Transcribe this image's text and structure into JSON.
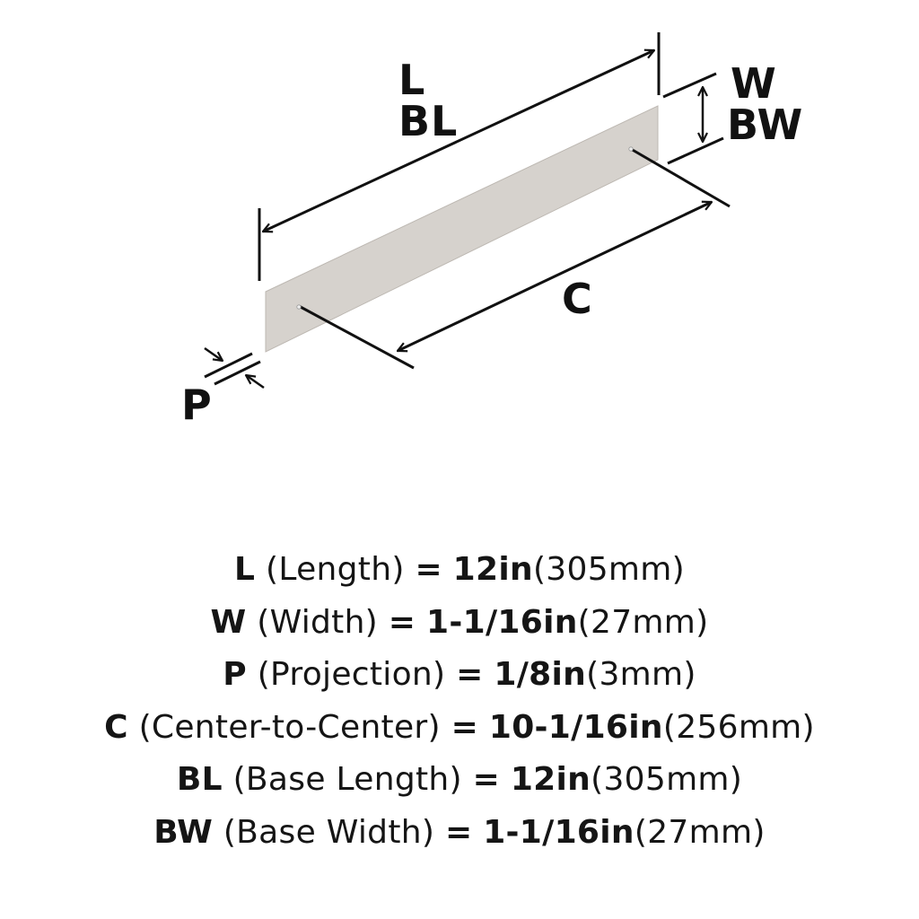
{
  "diagram": {
    "product": "cabinet pull bar",
    "colors": {
      "bar_fill": "#d6d2cd",
      "bar_edge": "#b9b4ae",
      "line": "#111111"
    },
    "labels": {
      "length": "L",
      "base_length": "BL",
      "width": "W",
      "base_width": "BW",
      "center_to_center": "C",
      "projection": "P"
    }
  },
  "specs": [
    {
      "code": "L",
      "name": "(Length)",
      "eq": "=",
      "inch": "12in",
      "mm": "(305mm)"
    },
    {
      "code": "W",
      "name": "(Width)",
      "eq": "=",
      "inch": "1-1/16in",
      "mm": "(27mm)"
    },
    {
      "code": "P",
      "name": "(Projection)",
      "eq": "=",
      "inch": "1/8in",
      "mm": "(3mm)"
    },
    {
      "code": "C",
      "name": "(Center-to-Center)",
      "eq": "=",
      "inch": "10-1/16in",
      "mm": "(256mm)"
    },
    {
      "code": "BL",
      "name": "(Base Length)",
      "eq": "=",
      "inch": "12in",
      "mm": "(305mm)"
    },
    {
      "code": "BW",
      "name": "(Base Width)",
      "eq": "=",
      "inch": "1-1/16in",
      "mm": "(27mm)"
    }
  ]
}
